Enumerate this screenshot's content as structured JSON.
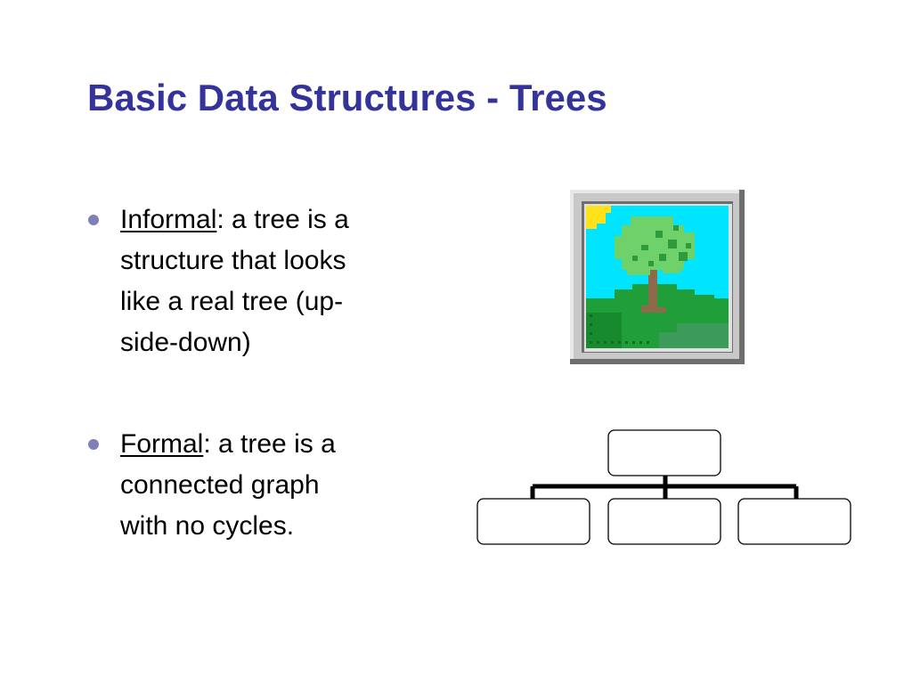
{
  "slide": {
    "title": "Basic Data Structures - Trees",
    "bullets": [
      {
        "term": "Informal",
        "lines": [
          ": a tree is a",
          "structure that looks",
          "like a real tree (up-",
          "side-down)"
        ]
      },
      {
        "term": "Formal",
        "lines": [
          ": a tree is a",
          "connected graph",
          "with no cycles."
        ]
      }
    ],
    "images": {
      "clipart_icon": "tree-picture-icon",
      "diagram_icon": "tree-hierarchy-diagram"
    },
    "colors": {
      "title": "#333399",
      "bullet": "#8080b8",
      "text": "#000000"
    }
  }
}
